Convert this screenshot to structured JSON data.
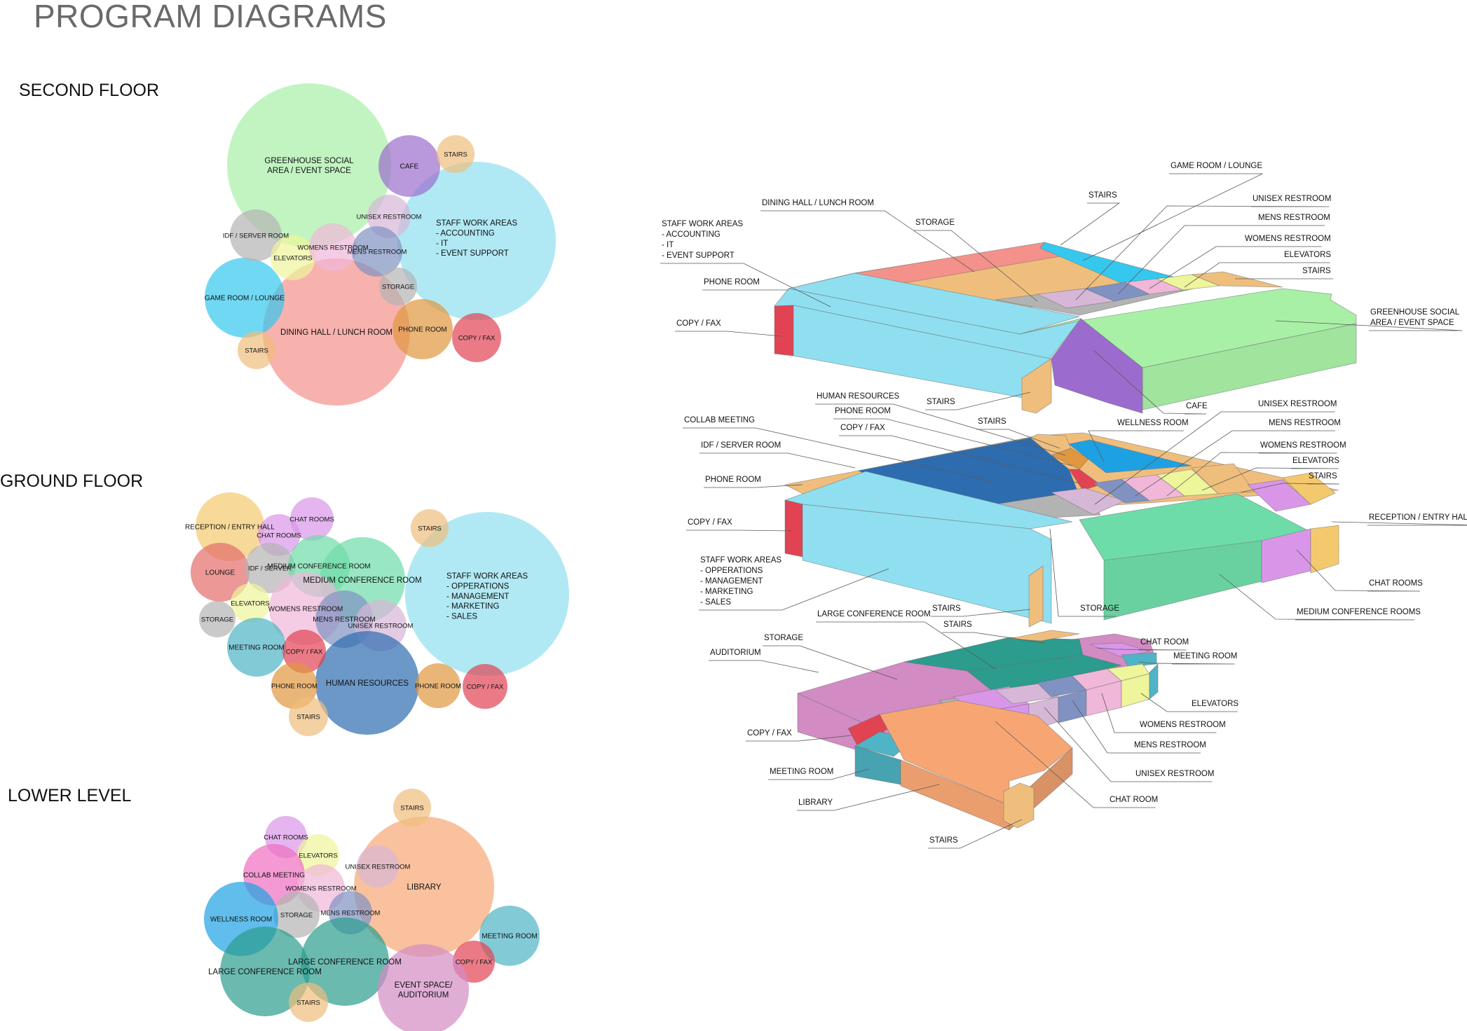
{
  "page_title": "PROGRAM DIAGRAMS",
  "floors": {
    "second": "SECOND FLOOR",
    "ground": "GROUND FLOOR",
    "lower": "LOWER LEVEL"
  },
  "colors": {
    "greenhouse": "#a8f0a6",
    "staff": "#8fdff0",
    "dining": "#f4918a",
    "game": "#35c8ee",
    "cafe": "#9b6ccd",
    "stairs": "#f0be7c",
    "storage": "#b3b3b3",
    "unisex": "#d7b7d7",
    "mens": "#7f92c2",
    "womens": "#f0b7d9",
    "elevators": "#eef59a",
    "idf": "#b3b3b3",
    "phone": "#e0973f",
    "copy": "#e14352",
    "reception": "#f4c96e",
    "lounge": "#e36c6a",
    "chat": "#d996e8",
    "medium_conf": "#6edca8",
    "meeting": "#4fb4c6",
    "hr": "#2e6cb0",
    "collab": "#f06ec0",
    "wellness": "#1ea1e3",
    "large_conf": "#2b9c8e",
    "library": "#f7a673",
    "auditorium": "#d38bc3"
  },
  "bubbles": {
    "second": [
      {
        "label": "GREENHOUSE SOCIAL\nAREA / EVENT SPACE",
        "color_key": "greenhouse"
      },
      {
        "label": "STAFF WORK AREAS\n- ACCOUNTING\n- IT\n- EVENT SUPPORT",
        "color_key": "staff"
      },
      {
        "label": "DINING HALL / LUNCH ROOM",
        "color_key": "dining"
      },
      {
        "label": "GAME ROOM / LOUNGE",
        "color_key": "game"
      },
      {
        "label": "CAFE",
        "color_key": "cafe"
      },
      {
        "label": "STAIRS",
        "color_key": "stairs"
      },
      {
        "label": "UNISEX RESTROOM",
        "color_key": "unisex"
      },
      {
        "label": "IDF / SERVER ROOM",
        "color_key": "idf"
      },
      {
        "label": "ELEVATORS",
        "color_key": "elevators"
      },
      {
        "label": "WOMENS RESTROOM",
        "color_key": "womens"
      },
      {
        "label": "MENS RESTROOM",
        "color_key": "mens"
      },
      {
        "label": "STORAGE",
        "color_key": "storage"
      },
      {
        "label": "PHONE ROOM",
        "color_key": "phone"
      },
      {
        "label": "COPY / FAX",
        "color_key": "copy"
      },
      {
        "label": "STAIRS",
        "color_key": "stairs"
      }
    ],
    "ground": [
      {
        "label": "STAFF WORK AREAS\n- OPPERATIONS\n- MANAGEMENT\n- MARKETING\n- SALES",
        "color_key": "staff"
      },
      {
        "label": "RECEPTION / ENTRY HALL",
        "color_key": "reception"
      },
      {
        "label": "LOUNGE",
        "color_key": "lounge"
      },
      {
        "label": "CHAT ROOMS",
        "color_key": "chat"
      },
      {
        "label": "CHAT ROOMS",
        "color_key": "chat"
      },
      {
        "label": "IDF / SERVER",
        "color_key": "idf"
      },
      {
        "label": "STAIRS",
        "color_key": "stairs"
      },
      {
        "label": "MEDIUM CONFERENCE ROOM",
        "color_key": "medium_conf"
      },
      {
        "label": "MEDIUM CONFERENCE ROOM",
        "color_key": "medium_conf"
      },
      {
        "label": "ELEVATORS",
        "color_key": "elevators"
      },
      {
        "label": "STORAGE",
        "color_key": "storage"
      },
      {
        "label": "WOMENS RESTROOM",
        "color_key": "womens"
      },
      {
        "label": "MENS RESTROOM",
        "color_key": "mens"
      },
      {
        "label": "UNISEX RESTROOM",
        "color_key": "unisex"
      },
      {
        "label": "MEETING ROOM",
        "color_key": "meeting"
      },
      {
        "label": "HUMAN RESOURCES",
        "color_key": "hr"
      },
      {
        "label": "COPY / FAX",
        "color_key": "copy"
      },
      {
        "label": "PHONE ROOM",
        "color_key": "phone"
      },
      {
        "label": "PHONE ROOM",
        "color_key": "phone"
      },
      {
        "label": "COPY / FAX",
        "color_key": "copy"
      },
      {
        "label": "STAIRS",
        "color_key": "stairs"
      }
    ],
    "lower": [
      {
        "label": "LIBRARY",
        "color_key": "library"
      },
      {
        "label": "STAIRS",
        "color_key": "stairs"
      },
      {
        "label": "CHAT ROOMS",
        "color_key": "chat"
      },
      {
        "label": "ELEVATORS",
        "color_key": "elevators"
      },
      {
        "label": "COLLAB MEETING",
        "color_key": "collab"
      },
      {
        "label": "UNISEX RESTROOM",
        "color_key": "unisex"
      },
      {
        "label": "WOMENS RESTROOM",
        "color_key": "womens"
      },
      {
        "label": "MENS RESTROOM",
        "color_key": "mens"
      },
      {
        "label": "STORAGE",
        "color_key": "storage"
      },
      {
        "label": "WELLNESS ROOM",
        "color_key": "wellness"
      },
      {
        "label": "LARGE CONFERENCE ROOM",
        "color_key": "large_conf"
      },
      {
        "label": "LARGE CONFERENCE ROOM",
        "color_key": "large_conf"
      },
      {
        "label": "MEETING ROOM",
        "color_key": "meeting"
      },
      {
        "label": "COPY / FAX",
        "color_key": "copy"
      },
      {
        "label": "EVENT SPACE/\nAUDITORIUM",
        "color_key": "auditorium"
      },
      {
        "label": "STAIRS",
        "color_key": "stairs"
      }
    ]
  },
  "axon_labels": {
    "second": [
      "GAME ROOM / LOUNGE",
      "STAIRS",
      "DINING HALL / LUNCH ROOM",
      "UNISEX RESTROOM",
      "STORAGE",
      "STAFF WORK AREAS\n- ACCOUNTING\n- IT\n- EVENT SUPPORT",
      "MENS RESTROOM",
      "WOMENS RESTROOM",
      "ELEVATORS",
      "STAIRS",
      "PHONE ROOM",
      "GREENHOUSE SOCIAL\nAREA / EVENT SPACE",
      "COPY / FAX",
      "STAIRS",
      "CAFE"
    ],
    "ground": [
      "HUMAN RESOURCES",
      "PHONE ROOM",
      "UNISEX RESTROOM",
      "COLLAB MEETING",
      "COPY / FAX",
      "STAIRS",
      "WELLNESS ROOM",
      "MENS RESTROOM",
      "IDF / SERVER ROOM",
      "WOMENS RESTROOM",
      "ELEVATORS",
      "PHONE ROOM",
      "STAIRS",
      "RECEPTION / ENTRY HALL",
      "COPY / FAX",
      "STAFF WORK AREAS\n- OPPERATIONS\n- MANAGEMENT\n- MARKETING\n- SALES",
      "CHAT ROOMS",
      "STAIRS",
      "STORAGE",
      "MEDIUM CONFERENCE ROOMS"
    ],
    "lower": [
      "LARGE CONFERENCE ROOM",
      "STAIRS",
      "STORAGE",
      "CHAT ROOM",
      "AUDITORIUM",
      "MEETING ROOM",
      "ELEVATORS",
      "WOMENS RESTROOM",
      "COPY / FAX",
      "MENS RESTROOM",
      "MEETING ROOM",
      "UNISEX RESTROOM",
      "LIBRARY",
      "CHAT ROOM",
      "STAIRS"
    ]
  }
}
